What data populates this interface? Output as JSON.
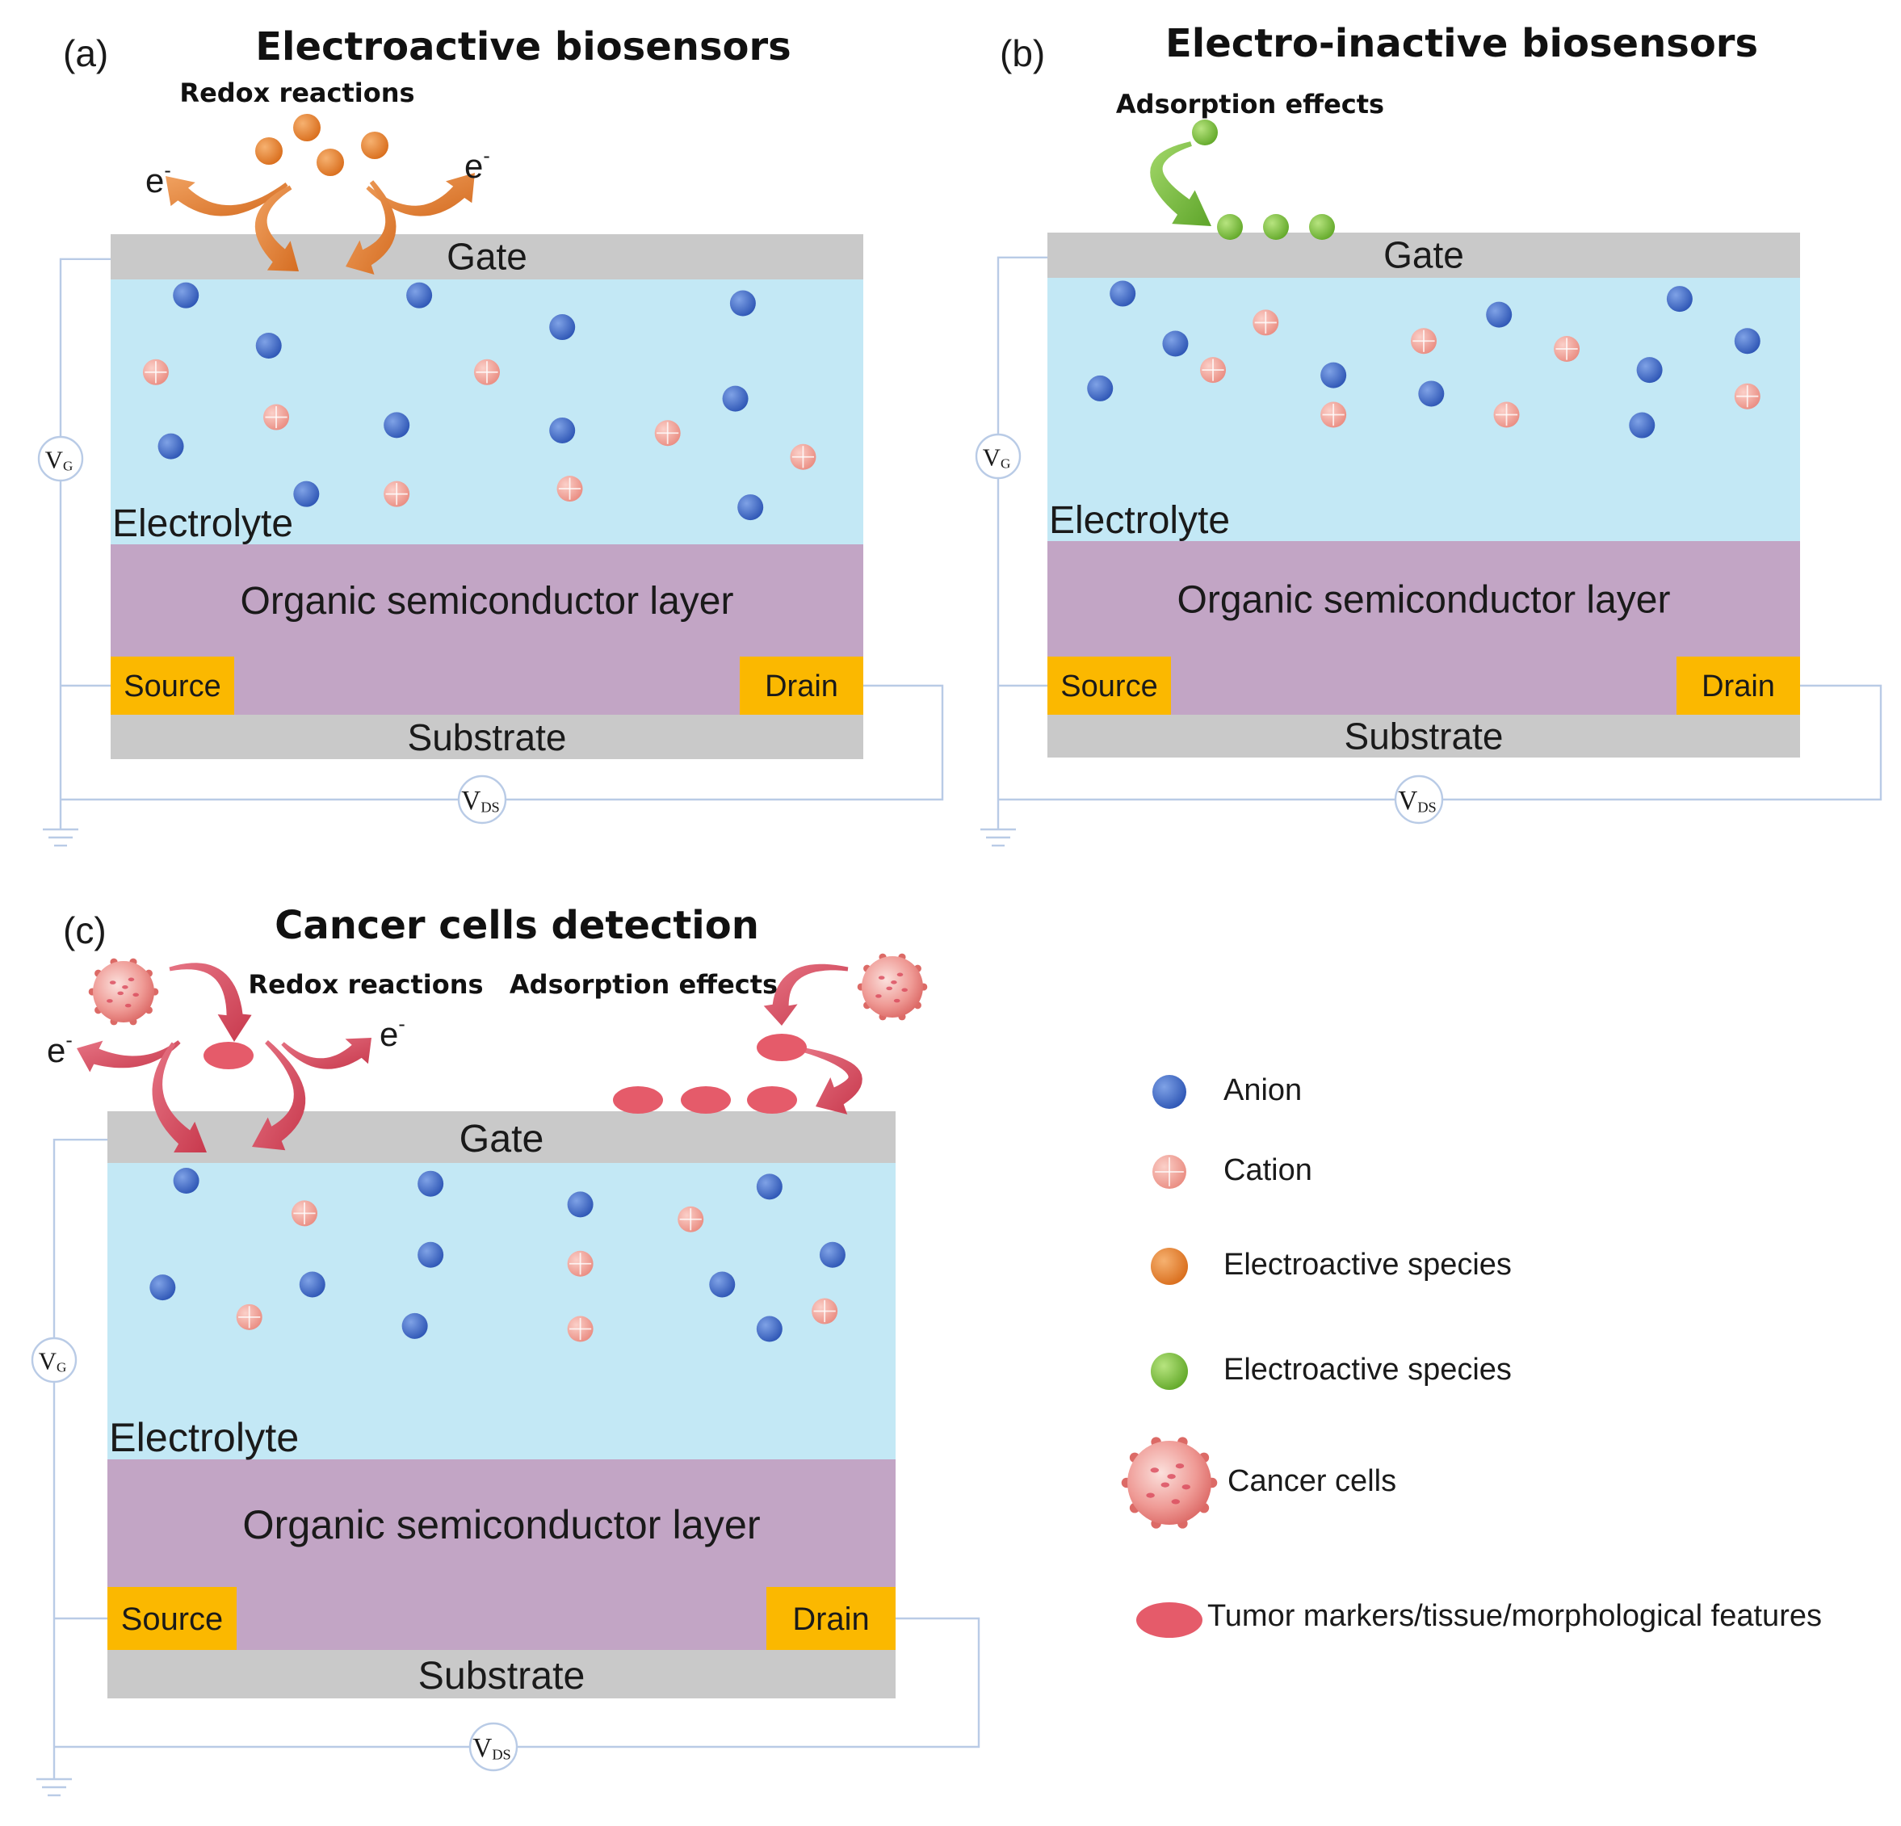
{
  "colors": {
    "gate": "#c9c9c9",
    "electrolyte": "#c3e8f5",
    "semiconductor": "#c2a5c5",
    "contact": "#fbb800",
    "substrate": "#c9c9c9",
    "anion": "#3e6bc9",
    "cation": "#f2a79e",
    "electroactive_orange": "#e8832e",
    "electroactive_green": "#7ec33e",
    "tumor_marker": "#e55b6a",
    "wire": "#b9cbe6",
    "red_arrow": "#d9485b"
  },
  "panels": {
    "a": {
      "letter": "(a)",
      "title": "Electroactive biosensors",
      "subtitle": "Redox reactions",
      "electron_left": "e",
      "electron_right": "e",
      "electron_sup": "-"
    },
    "b": {
      "letter": "(b)",
      "title": "Electro-inactive biosensors",
      "subtitle": "Adsorption effects"
    },
    "c": {
      "letter": "(c)",
      "title": "Cancer cells detection",
      "subtitle_left": "Redox reactions",
      "subtitle_right": "Adsorption effects",
      "electron_left": "e",
      "electron_right": "e",
      "electron_sup": "-"
    }
  },
  "device": {
    "gate": "Gate",
    "electrolyte": "Electrolyte",
    "semiconductor": "Organic semiconductor layer",
    "source": "Source",
    "drain": "Drain",
    "substrate": "Substrate",
    "vg": "V",
    "vg_sub": "G",
    "vds": "V",
    "vds_sub": "DS"
  },
  "legend": {
    "anion": "Anion",
    "cation": "Cation",
    "electroactive_1": "Electroactive species",
    "electroactive_2": "Electroactive species",
    "cancer_cells": "Cancer cells",
    "tumor_markers": "Tumor markers/tissue/morphological features"
  }
}
